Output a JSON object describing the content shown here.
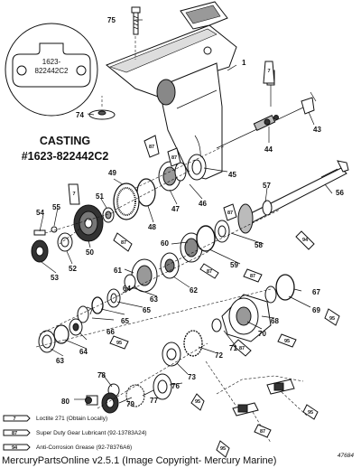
{
  "title": {
    "line1": "CASTING",
    "line2": "#1623-822442C2"
  },
  "inset_label": {
    "line1": "1623-",
    "line2": "822442C2"
  },
  "callouts": [
    {
      "id": "c1",
      "text": "1"
    },
    {
      "id": "c43",
      "text": "43"
    },
    {
      "id": "c44",
      "text": "44"
    },
    {
      "id": "c45",
      "text": "45"
    },
    {
      "id": "c46",
      "text": "46"
    },
    {
      "id": "c47",
      "text": "47"
    },
    {
      "id": "c48",
      "text": "48"
    },
    {
      "id": "c49",
      "text": "49"
    },
    {
      "id": "c50",
      "text": "50"
    },
    {
      "id": "c51",
      "text": "51"
    },
    {
      "id": "c52",
      "text": "52"
    },
    {
      "id": "c53",
      "text": "53"
    },
    {
      "id": "c54",
      "text": "54"
    },
    {
      "id": "c55",
      "text": "55"
    },
    {
      "id": "c56",
      "text": "56"
    },
    {
      "id": "c57",
      "text": "57"
    },
    {
      "id": "c58",
      "text": "58"
    },
    {
      "id": "c59",
      "text": "59"
    },
    {
      "id": "c60",
      "text": "60"
    },
    {
      "id": "c61",
      "text": "61"
    },
    {
      "id": "c62",
      "text": "62"
    },
    {
      "id": "c63a",
      "text": "63"
    },
    {
      "id": "c63b",
      "text": "63"
    },
    {
      "id": "c64a",
      "text": "64"
    },
    {
      "id": "c64b",
      "text": "64"
    },
    {
      "id": "c65a",
      "text": "65"
    },
    {
      "id": "c65b",
      "text": "65"
    },
    {
      "id": "c66",
      "text": "66"
    },
    {
      "id": "c67",
      "text": "67"
    },
    {
      "id": "c68",
      "text": "68"
    },
    {
      "id": "c69",
      "text": "69"
    },
    {
      "id": "c70",
      "text": "70"
    },
    {
      "id": "c71",
      "text": "71"
    },
    {
      "id": "c72",
      "text": "72"
    },
    {
      "id": "c73",
      "text": "73"
    },
    {
      "id": "c74",
      "text": "74"
    },
    {
      "id": "c75",
      "text": "75"
    },
    {
      "id": "c76",
      "text": "76"
    },
    {
      "id": "c77",
      "text": "77"
    },
    {
      "id": "c78",
      "text": "78"
    },
    {
      "id": "c79",
      "text": "79"
    },
    {
      "id": "c80",
      "text": "80"
    }
  ],
  "tube_labels": [
    {
      "id": "t1",
      "text": "7"
    },
    {
      "id": "t2",
      "text": "87"
    },
    {
      "id": "t3",
      "text": "87"
    },
    {
      "id": "t4",
      "text": "7"
    },
    {
      "id": "t5",
      "text": "87"
    },
    {
      "id": "t6",
      "text": "87"
    },
    {
      "id": "t7",
      "text": "94"
    },
    {
      "id": "t8",
      "text": "87"
    },
    {
      "id": "t9",
      "text": "87"
    },
    {
      "id": "t10",
      "text": "87"
    },
    {
      "id": "t11",
      "text": "95"
    },
    {
      "id": "t12",
      "text": "95"
    },
    {
      "id": "t13",
      "text": "95"
    },
    {
      "id": "t14",
      "text": "95"
    },
    {
      "id": "t15",
      "text": "95"
    },
    {
      "id": "t16",
      "text": "87"
    },
    {
      "id": "t17",
      "text": "95"
    }
  ],
  "legend": [
    {
      "num": "7",
      "text": "Loctite 271 (Obtain Locally)"
    },
    {
      "num": "87",
      "text": "Super Duty Gear Lubricant (92-13783A24)"
    },
    {
      "num": "94",
      "text": "Anti-Corrosion Grease (92-78376A6)"
    }
  ],
  "reference_code": "47684",
  "footer": "MercuryPartsOnline v2.5.1 (Image Copyright- Mercury Marine)"
}
